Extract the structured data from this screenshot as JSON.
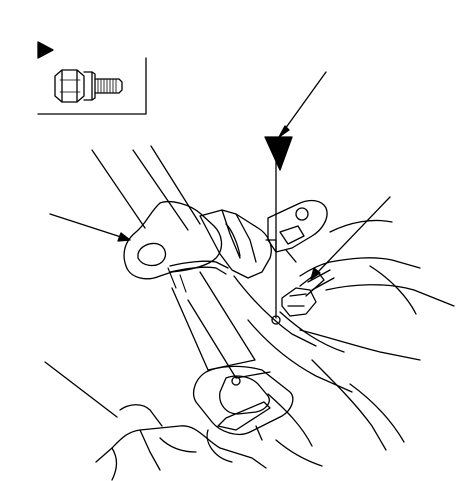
{
  "figure": {
    "type": "technical-line-drawing",
    "subject": "seat-belt-anchor-bolt-installation",
    "line_color": "#000000",
    "background": "#ffffff"
  },
  "legend": {
    "marker": "black-triangle-icon",
    "fastener": "flange-bolt-icon"
  },
  "callouts": [
    {
      "name": "callout-upper-leader"
    },
    {
      "name": "callout-left-leader"
    },
    {
      "name": "callout-right-leader"
    },
    {
      "name": "callout-lower-leader"
    }
  ]
}
